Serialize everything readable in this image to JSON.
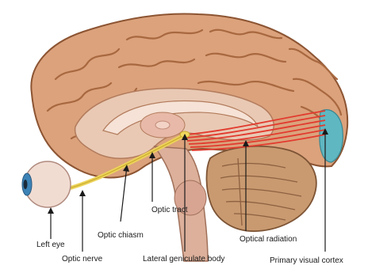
{
  "diagram": {
    "labels": {
      "left_eye": "Left eye",
      "optic_nerve": "Optic nerve",
      "optic_chiasm": "Optic chiasm",
      "optic_tract": "Optic tract",
      "lateral_geniculate_body": "Lateral geniculate body",
      "optical_radiation": "Optical radiation",
      "primary_visual_cortex": "Primary visual cortex"
    },
    "colors": {
      "cortex": "#dba27c",
      "cortex_fold": "#a8683f",
      "inner_brain": "#e9c9b4",
      "brainstem": "#dcb09a",
      "cerebellum": "#c99a70",
      "visual_path": "#ecd35a",
      "radiation": "#e23a2e",
      "visual_cortex": "#5fb7c2",
      "eye": "#f1dcd2",
      "iris": "#3d83b6"
    }
  }
}
